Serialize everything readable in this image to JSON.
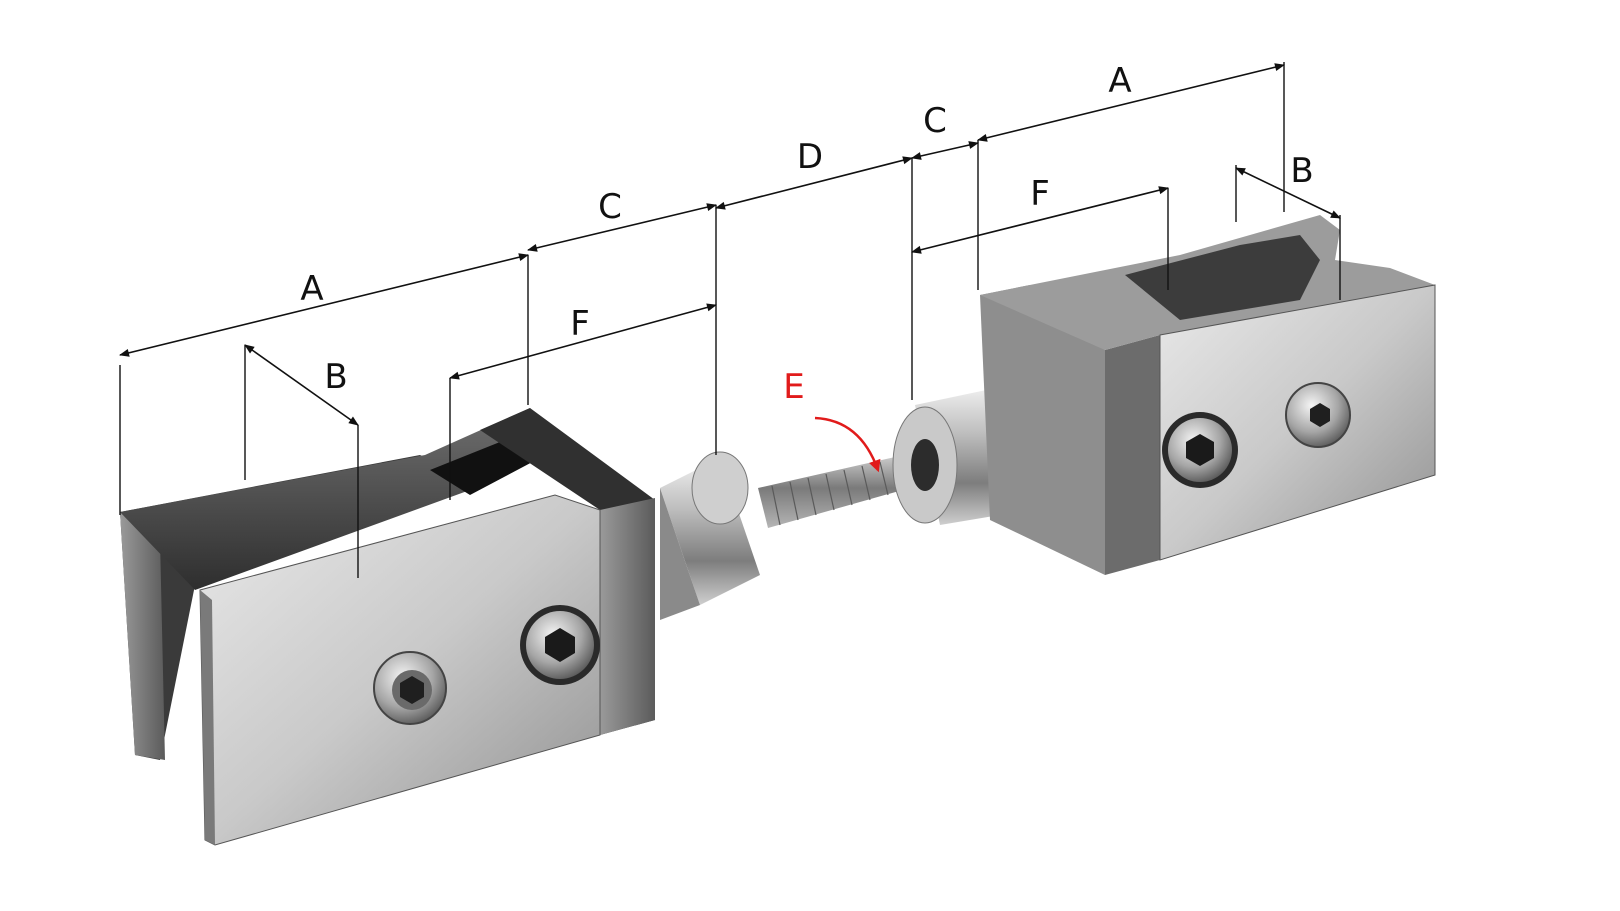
{
  "labels": {
    "left_a": "A",
    "left_b": "B",
    "left_c": "C",
    "left_f": "F",
    "d": "D",
    "e": "E",
    "right_c": "C",
    "right_a": "A",
    "right_b": "B",
    "right_f": "F"
  },
  "colors": {
    "accent_red": "#e11b1b",
    "ink": "#111111",
    "steel_light": "#d7d7d7",
    "steel_mid": "#a8a8a8",
    "steel_dark": "#4a4a4a"
  }
}
